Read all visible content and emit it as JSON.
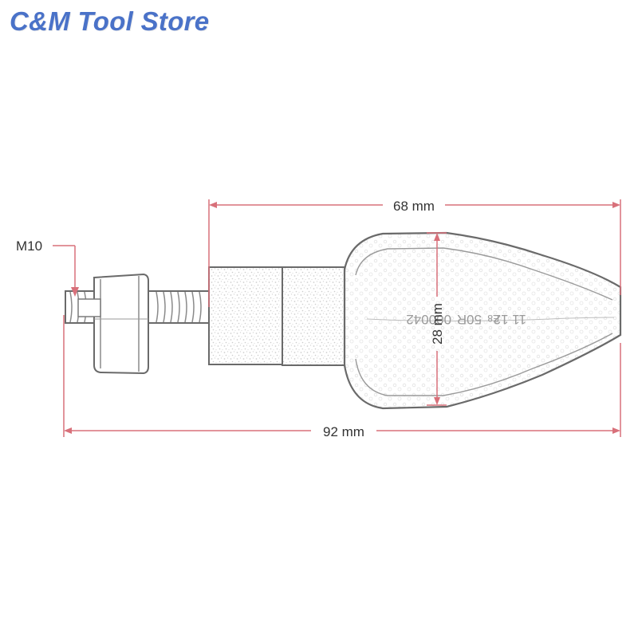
{
  "watermark": {
    "text": "C&M Tool Store",
    "color": "#4a72c8"
  },
  "product_drawing": {
    "part": "motorcycle-led-turn-signal",
    "lens_markings": [
      "11 12",
      "E8",
      "50R",
      "000042"
    ]
  },
  "dimensions": {
    "overall_length": "92 mm",
    "body_length": "68 mm",
    "lens_height": "28 mm",
    "thread": "M10"
  },
  "colors": {
    "dimension_line": "#d8707a",
    "dimension_text": "#333333",
    "outline": "#6a6a6a",
    "dot_fill": "#dedede"
  }
}
